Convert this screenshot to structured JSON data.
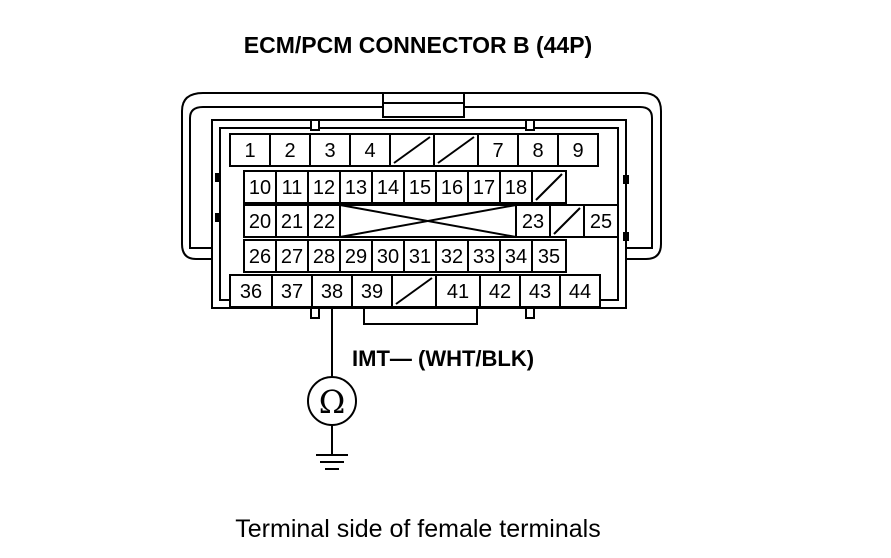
{
  "title": "ECM/PCM CONNECTOR B (44P)",
  "probe": {
    "wire_label": "IMT— (WHT/BLK)",
    "meter_symbol": "Ω",
    "ground_icon": "ground-icon"
  },
  "caption": "Terminal side of female terminals",
  "connector": {
    "rows": [
      [
        "1",
        "2",
        "3",
        "4",
        "",
        "",
        "7",
        "8",
        "9"
      ],
      [
        "10",
        "11",
        "12",
        "13",
        "14",
        "15",
        "16",
        "17",
        "18",
        ""
      ],
      [
        "20",
        "21",
        "22",
        "",
        "",
        "",
        "",
        "23",
        "",
        "25"
      ],
      [
        "26",
        "27",
        "28",
        "29",
        "30",
        "31",
        "32",
        "33",
        "34",
        "35"
      ],
      [
        "36",
        "37",
        "38",
        "39",
        "",
        "41",
        "42",
        "43",
        "44"
      ]
    ],
    "probed_terminal": "38"
  }
}
